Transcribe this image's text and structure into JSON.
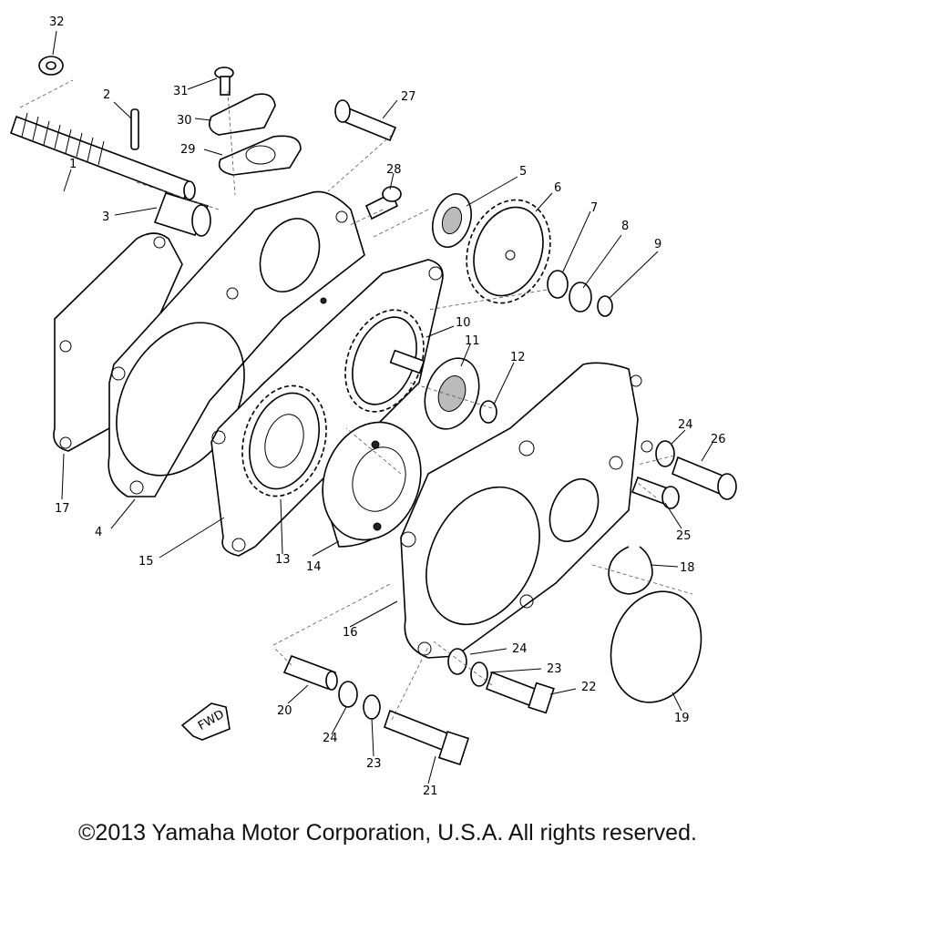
{
  "callouts": [
    "32",
    "2",
    "31",
    "30",
    "27",
    "29",
    "28",
    "5",
    "6",
    "7",
    "8",
    "9",
    "1",
    "3",
    "10",
    "11",
    "12",
    "24",
    "26",
    "17",
    "4",
    "15",
    "13",
    "14",
    "25",
    "18",
    "16",
    "24",
    "23",
    "22",
    "20",
    "24",
    "23",
    "19",
    "21"
  ],
  "fwd_label": "FWD",
  "copyright": "©2013 Yamaha Motor Corporation, U.S.A. All rights reserved."
}
